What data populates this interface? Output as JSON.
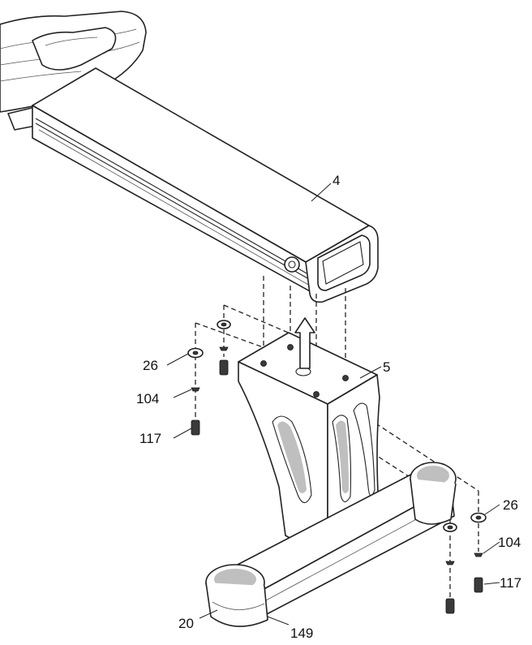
{
  "labels": {
    "rail": "4",
    "front_stabilizer": "5",
    "washer_left": "26",
    "lock_washer_left": "104",
    "bolt_left": "117",
    "washer_right": "26",
    "lock_washer_right": "104",
    "bolt_right": "117",
    "endcap": "20",
    "foot_pad": "149"
  }
}
